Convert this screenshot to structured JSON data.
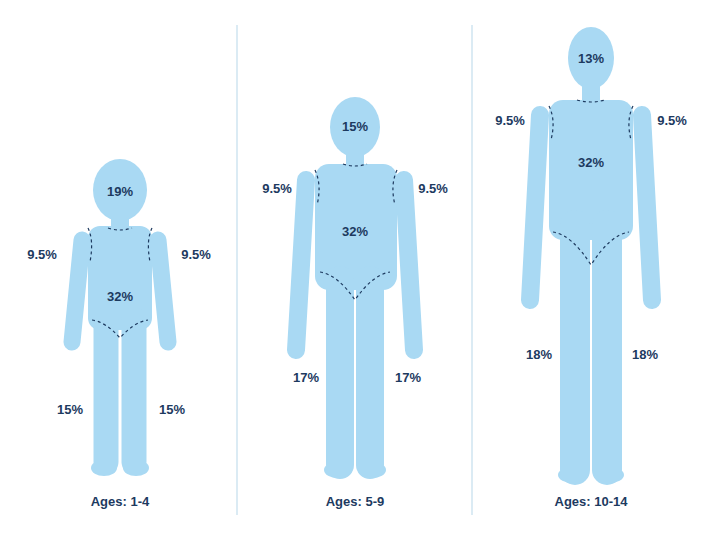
{
  "diagram": {
    "labels": [
      "19%",
      "9.5%",
      "9.5%",
      "32%",
      "15%",
      "15%",
      "Ages: 1-4",
      "15%",
      "9.5%",
      "9.5%",
      "32%",
      "17%",
      "17%",
      "Ages: 5-9",
      "13%",
      "9.5%",
      "9.5%",
      "32%",
      "18%",
      "18%",
      "Ages: 10-14"
    ]
  }
}
